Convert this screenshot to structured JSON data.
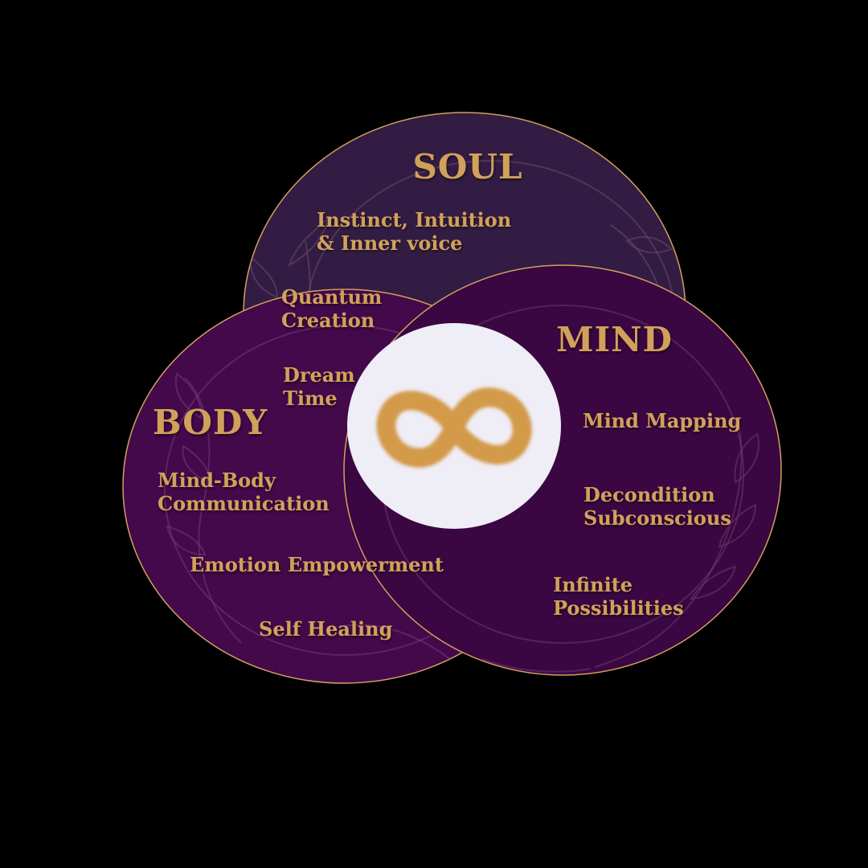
{
  "colors": {
    "background": "#000000",
    "soul_fill": "#331c43",
    "body_fill": "#43094b",
    "mind_fill": "#3a0742",
    "gold": "#d1a15a",
    "center_fill": "#efedf6",
    "infinity": "#d39a4a"
  },
  "soul": {
    "title": "SOUL",
    "items": [
      {
        "lines": [
          "Instinct, Intuition",
          "& Inner voice"
        ]
      },
      {
        "lines": [
          "Quantum",
          "Creation"
        ]
      },
      {
        "lines": [
          "Dream",
          "Time"
        ]
      }
    ]
  },
  "body": {
    "title": "BODY",
    "items": [
      {
        "lines": [
          "Mind-Body",
          "Communication"
        ]
      },
      {
        "lines": [
          "Emotion Empowerment"
        ]
      },
      {
        "lines": [
          "Self Healing"
        ]
      }
    ]
  },
  "mind": {
    "title": "MIND",
    "items": [
      {
        "lines": [
          "Mind Mapping"
        ]
      },
      {
        "lines": [
          "Decondition",
          "Subconscious"
        ]
      },
      {
        "lines": [
          "Infinite",
          "Possibilities"
        ]
      }
    ]
  },
  "center": {
    "icon": "infinity-icon"
  }
}
